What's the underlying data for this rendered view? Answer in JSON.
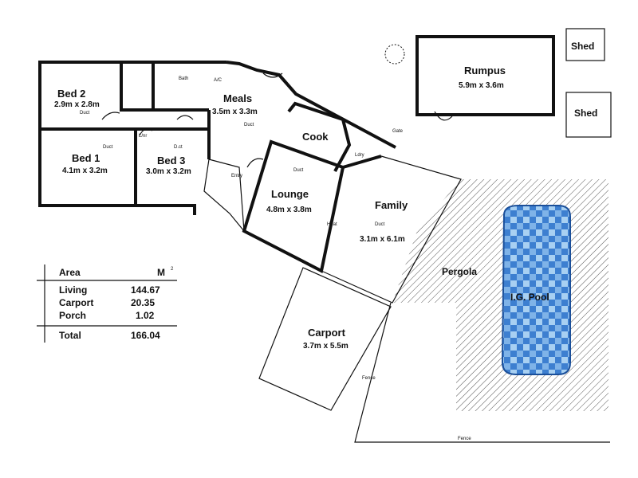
{
  "colors": {
    "wall": "#111111",
    "pool_blue": "#3d7fd0",
    "pool_light": "#a8d0f2",
    "hatch": "#555555"
  },
  "rooms": {
    "bed2": {
      "name": "Bed 2",
      "dims": "2.9m x 2.8m"
    },
    "bed1": {
      "name": "Bed 1",
      "dims": "4.1m x 3.2m"
    },
    "bed3": {
      "name": "Bed 3",
      "dims": "3.0m x 3.2m"
    },
    "bath": {
      "name": "Bath"
    },
    "meals": {
      "name": "Meals",
      "dims": "3.5m x 3.3m"
    },
    "cook": {
      "name": "Cook"
    },
    "lounge": {
      "name": "Lounge",
      "dims": "4.8m x 3.8m"
    },
    "family": {
      "name": "Family",
      "dims": "3.1m x 6.1m"
    },
    "rumpus": {
      "name": "Rumpus",
      "dims": "5.9m x 3.6m"
    },
    "shed1": {
      "name": "Shed"
    },
    "shed2": {
      "name": "Shed"
    },
    "carport": {
      "name": "Carport",
      "dims": "3.7m x 5.5m"
    },
    "pergola": {
      "name": "Pergola"
    },
    "pool": {
      "name": "I.G. Pool"
    },
    "entry": {
      "name": "Entry"
    }
  },
  "labels": {
    "ac": "A/C",
    "duct": "Duct",
    "lnr": "L/nr",
    "bed3_duct": "D.ct",
    "lndry": "Ldry",
    "gate": "Gate",
    "heat": "Heat",
    "fence_left": "Fence",
    "fence_bottom": "Fence"
  },
  "area_table": {
    "header_left": "Area",
    "header_right": "M",
    "header_sup": "2",
    "rows": [
      {
        "label": "Living",
        "value": "144.67"
      },
      {
        "label": "Carport",
        "value": "20.35"
      },
      {
        "label": "Porch",
        "value": "1.02"
      }
    ],
    "total": {
      "label": "Total",
      "value": "166.04"
    }
  }
}
